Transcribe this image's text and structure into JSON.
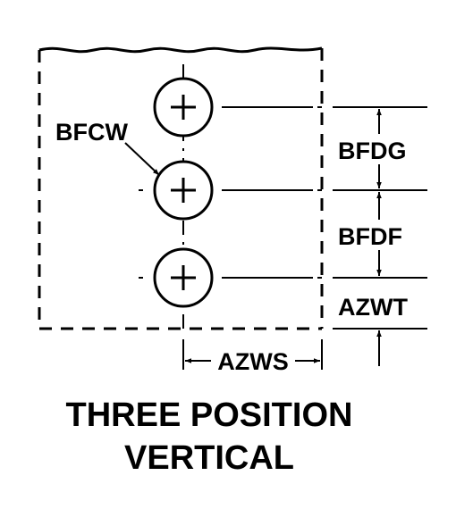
{
  "labels": {
    "hole_size": "BFCW",
    "spacing_top": "BFDG",
    "spacing_bottom": "BFDF",
    "edge_distance_vertical": "AZWT",
    "edge_distance_horizontal": "AZWS"
  },
  "caption": {
    "line1": "THREE POSITION",
    "line2": "VERTICAL"
  },
  "colors": {
    "ink": "#000000",
    "background": "#ffffff"
  }
}
